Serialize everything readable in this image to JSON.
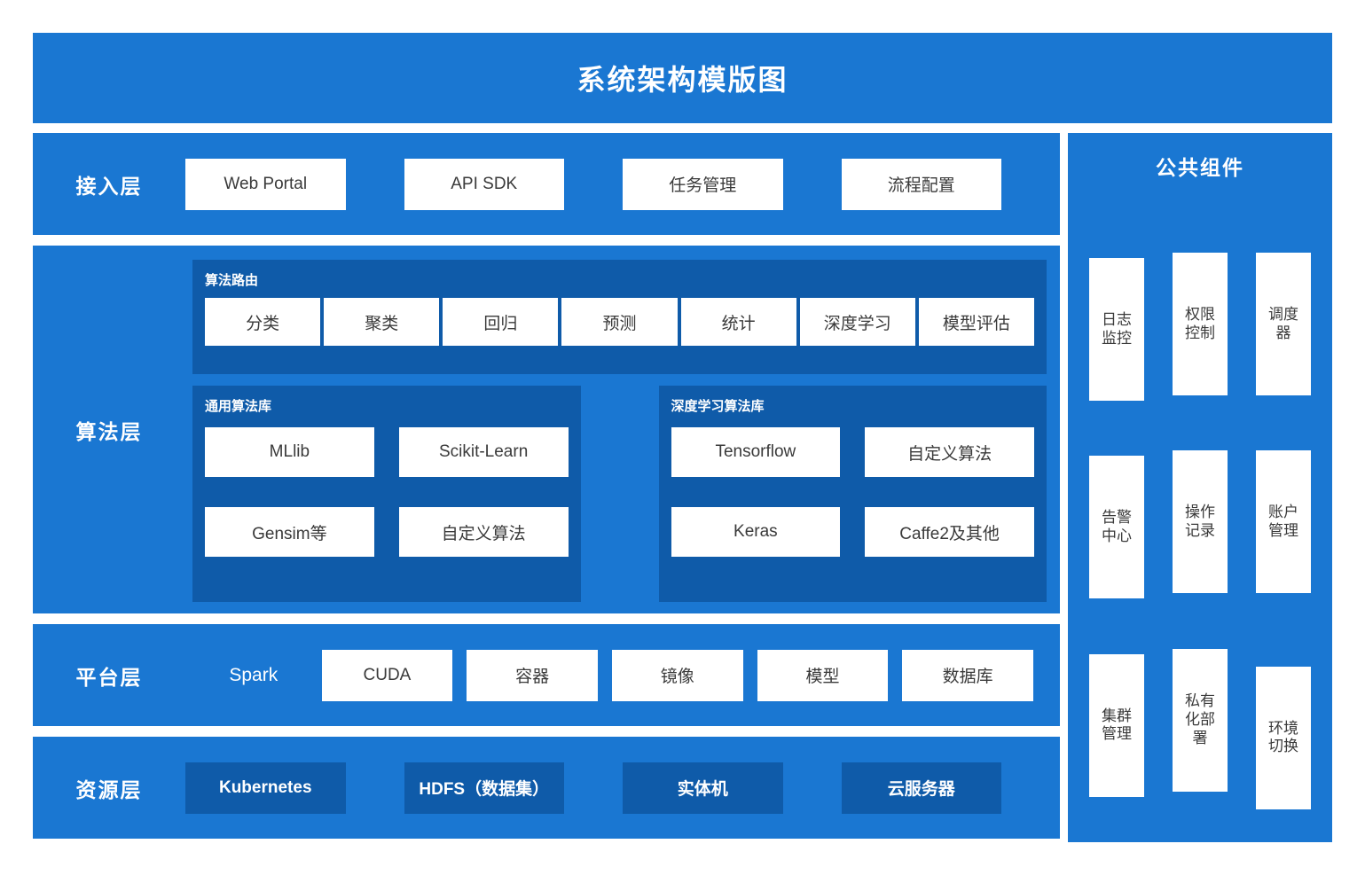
{
  "title": "系统架构模版图",
  "access_layer": {
    "label": "接入层",
    "items": [
      "Web Portal",
      "API SDK",
      "任务管理",
      "流程配置"
    ]
  },
  "algorithm_layer": {
    "label": "算法层",
    "routing": {
      "title": "算法路由",
      "items": [
        "分类",
        "聚类",
        "回归",
        "预测",
        "统计",
        "深度学习",
        "模型评估"
      ]
    },
    "general_lib": {
      "title": "通用算法库",
      "items": [
        "MLlib",
        "Scikit-Learn",
        "Gensim等",
        "自定义算法"
      ]
    },
    "deep_lib": {
      "title": "深度学习算法库",
      "items": [
        "Tensorflow",
        "自定义算法",
        "Keras",
        "Caffe2及其他"
      ]
    }
  },
  "platform_layer": {
    "label": "平台层",
    "plain_item": "Spark",
    "items": [
      "CUDA",
      "容器",
      "镜像",
      "模型",
      "数据库"
    ]
  },
  "resource_layer": {
    "label": "资源层",
    "items": [
      "Kubernetes",
      "HDFS（数据集）",
      "实体机",
      "云服务器"
    ]
  },
  "common_components": {
    "title": "公共组件",
    "items": [
      "日志\n监控",
      "权限\n控制",
      "调度\n器",
      "告警\n中心",
      "操作\n记录",
      "账户\n管理",
      "集群\n管理",
      "私有\n化部\n署",
      "环境\n切换"
    ]
  },
  "colors": {
    "primary_blue": "#1a77d2",
    "dark_blue": "#0f5ba9",
    "white": "#ffffff",
    "text_dark": "#3a3a3a"
  }
}
